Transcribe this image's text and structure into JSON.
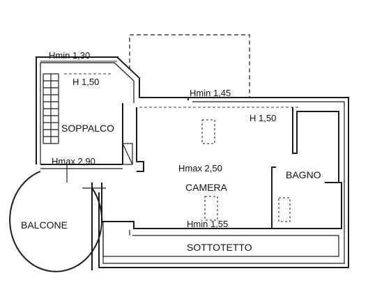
{
  "rooms": {
    "soppalco": "SOPPALCO",
    "camera": "CAMERA",
    "bagno": "BAGNO",
    "balcone": "BALCONE",
    "sottotetto": "SOTTOTETTO"
  },
  "heights": {
    "hmin_soppalco": "Hmin 1,30",
    "h_soppalco": "H 1,50",
    "hmin_camera_top": "Hmin 1,45",
    "h_camera_right": "H 1,50",
    "hmax_soppalco": "Hmax 2,90",
    "hmax_camera": "Hmax 2,50",
    "hmin_camera_bottom": "Hmin 1,55"
  }
}
